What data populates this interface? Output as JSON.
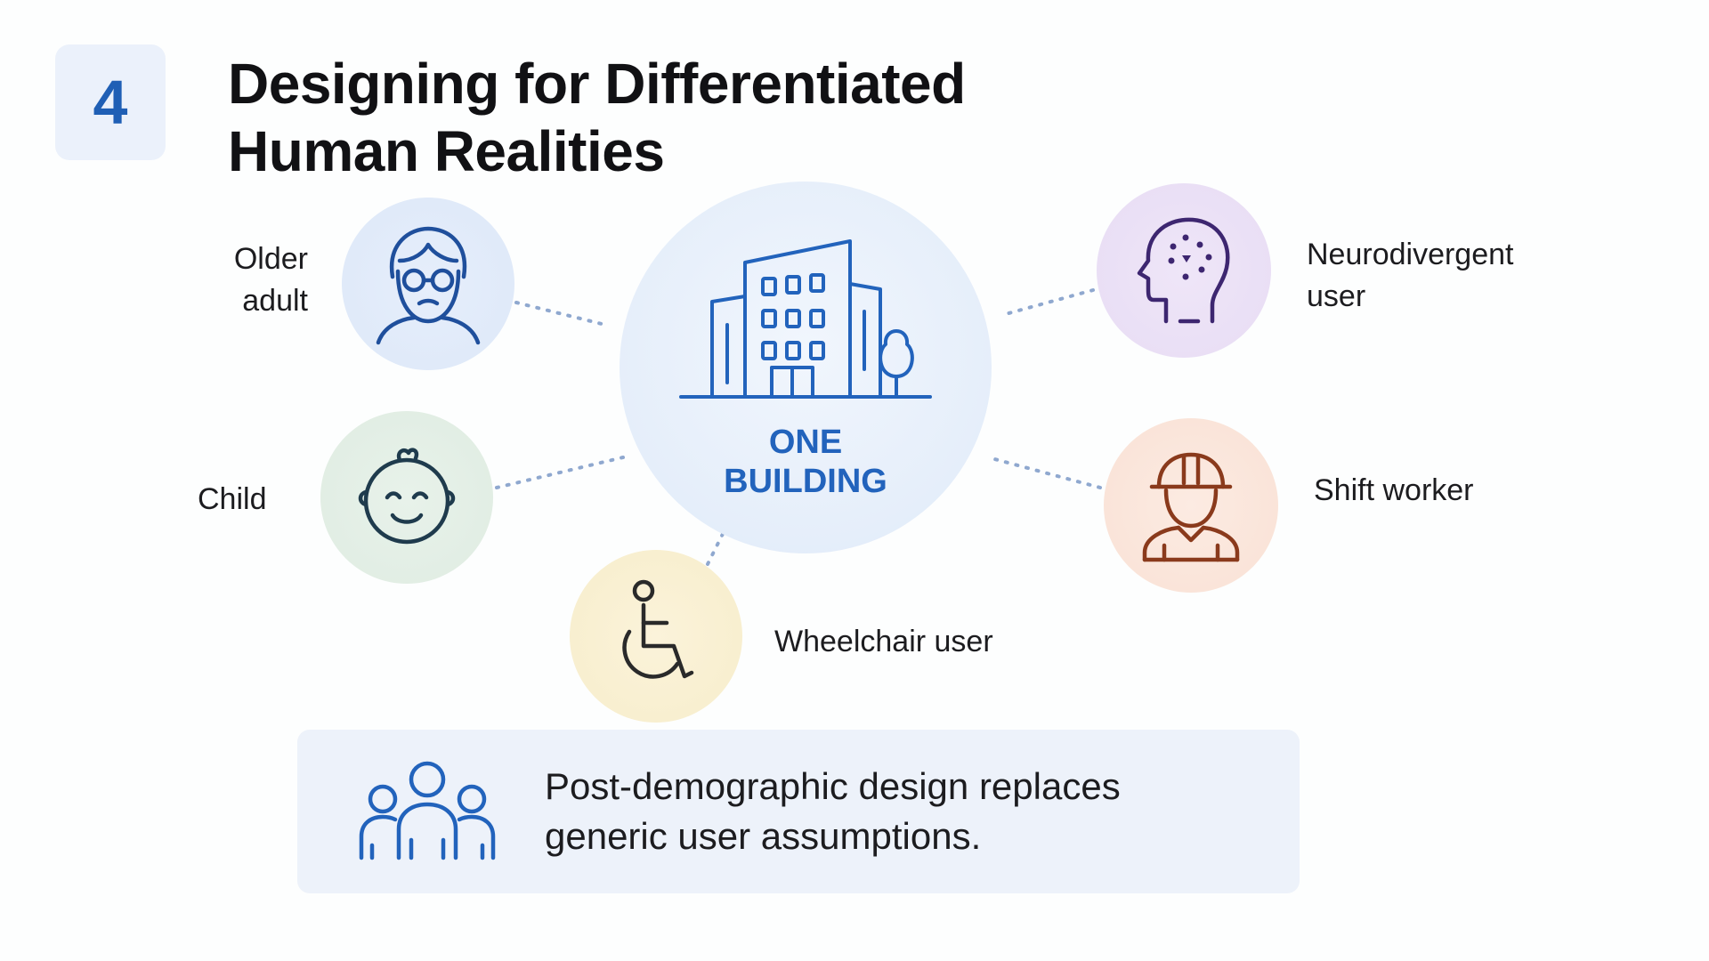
{
  "slide": {
    "number": "4",
    "title": "Designing for Differentiated Human Realities"
  },
  "center": {
    "label": "ONE BUILDING",
    "icon": "building-icon",
    "color": "#2263bc"
  },
  "users": [
    {
      "label": "Older adult",
      "icon": "older-adult-icon",
      "color": "#1f4f9c"
    },
    {
      "label": "Child",
      "icon": "child-icon",
      "color": "#1f3b4d"
    },
    {
      "label": "Wheelchair user",
      "icon": "wheelchair-icon",
      "color": "#2a2a2a"
    },
    {
      "label": "Neurodivergent user",
      "icon": "head-mind-icon",
      "color": "#3d2670"
    },
    {
      "label": "Shift worker",
      "icon": "hard-hat-worker-icon",
      "color": "#8a3a1c"
    }
  ],
  "callout": {
    "icon": "user-group-icon",
    "text": "Post-demographic design replaces generic user assumptions."
  },
  "colors": {
    "accent": "#1f5fb5",
    "connector": "#8fa8cf"
  }
}
